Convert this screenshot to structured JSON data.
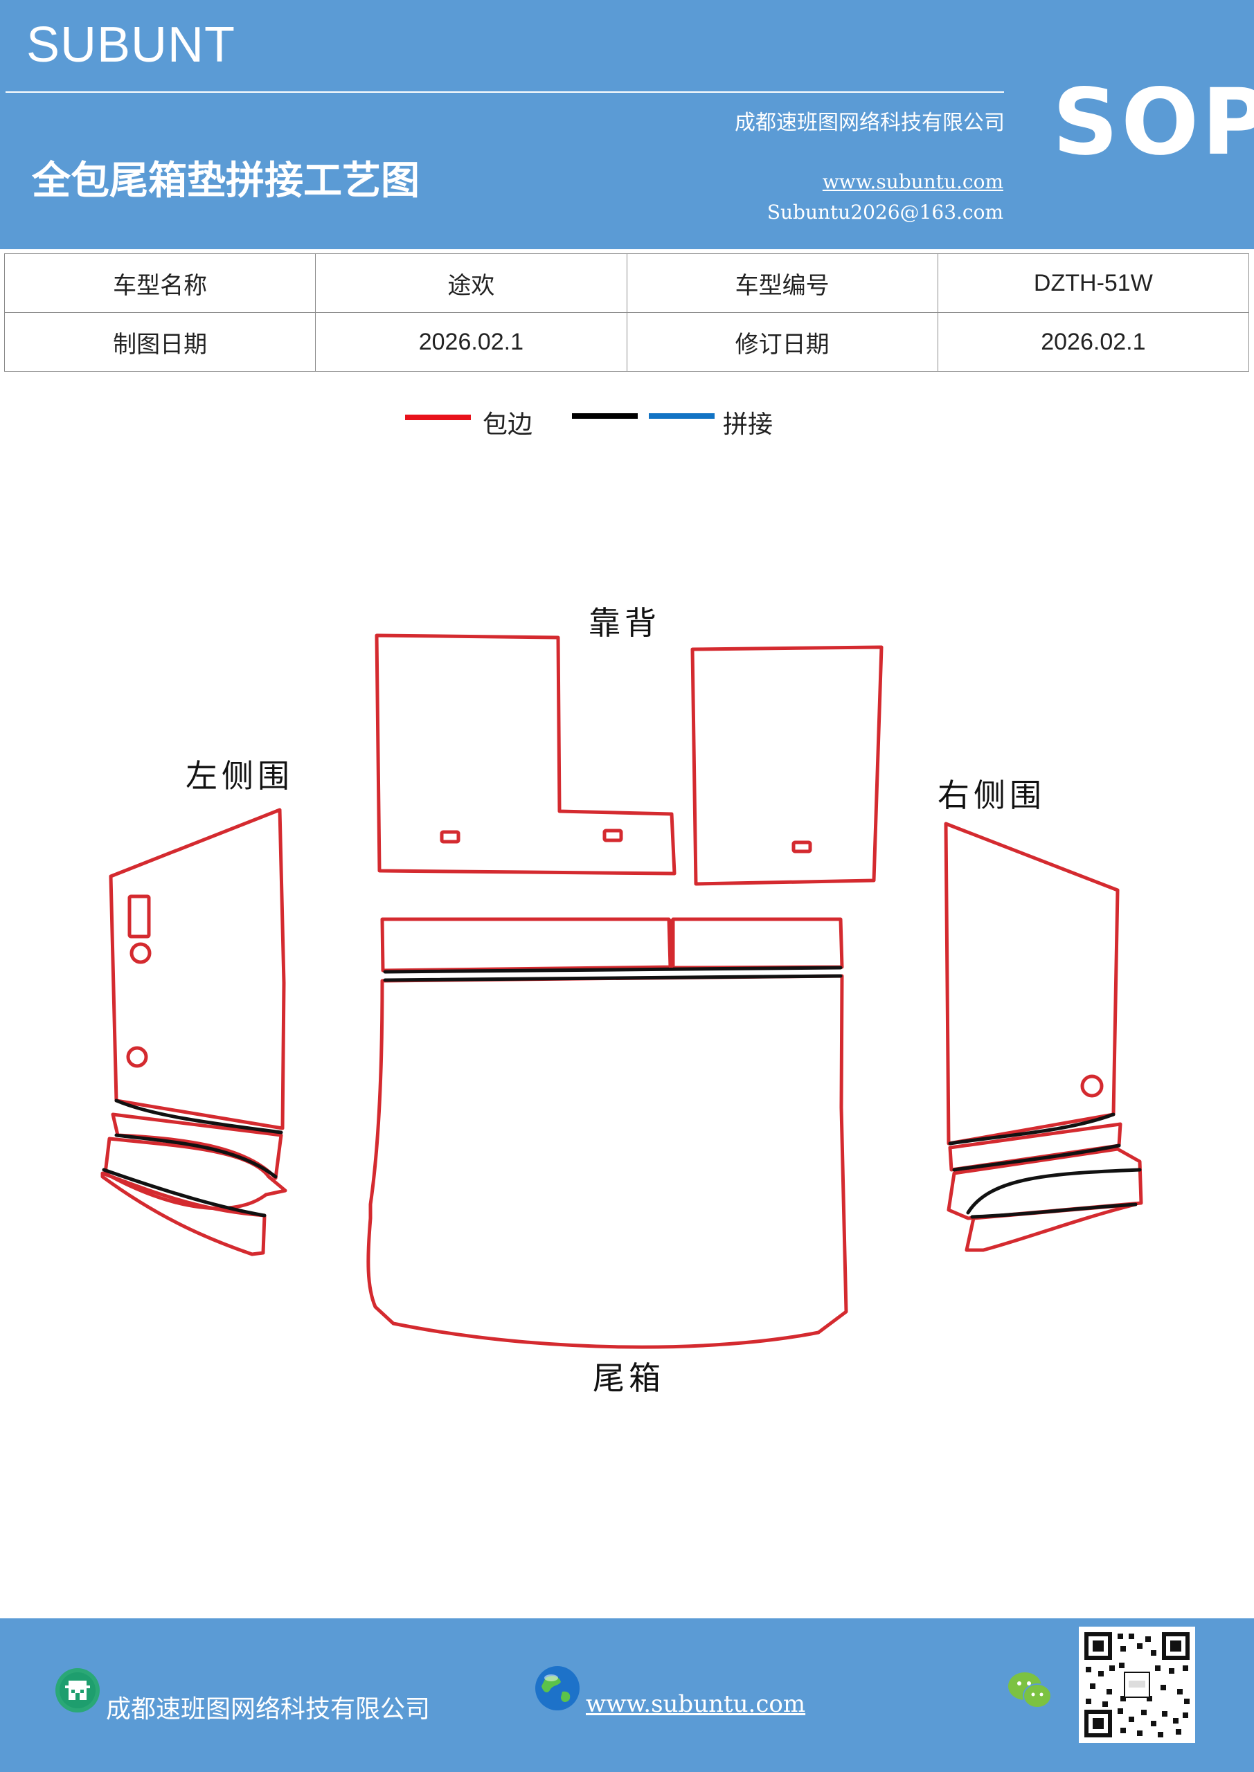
{
  "header": {
    "brand": "SUBUNT",
    "company": "成都速班图网络科技有限公司",
    "title": "全包尾箱垫拼接工艺图",
    "website": "www.subuntu.com",
    "email": "Subuntu2026@163.com",
    "badge": "SOP"
  },
  "info_table": {
    "rows": [
      {
        "label1": "车型名称",
        "value1": "途欢",
        "label2": "车型编号",
        "value2": "DZTH-51W"
      },
      {
        "label1": "制图日期",
        "value1": "2026.02.1",
        "label2": "修订日期",
        "value2": "2026.02.1"
      }
    ]
  },
  "legend": {
    "items": [
      {
        "label": "包边",
        "color": "#e8121b"
      },
      {
        "label": "",
        "color": "#000000"
      },
      {
        "label": "拼接",
        "color": "#1273c4"
      }
    ]
  },
  "diagram": {
    "labels": {
      "backrest": "靠背",
      "left_side": "左侧围",
      "right_side": "右侧围",
      "trunk": "尾箱"
    },
    "edge_colors": {
      "edging": "#e8121b",
      "seam": "#000000"
    }
  },
  "footer": {
    "company": "成都速班图网络科技有限公司",
    "website": "www.subuntu.com",
    "icons": [
      "building-icon",
      "globe-icon",
      "wechat-icon",
      "qr-code"
    ]
  }
}
